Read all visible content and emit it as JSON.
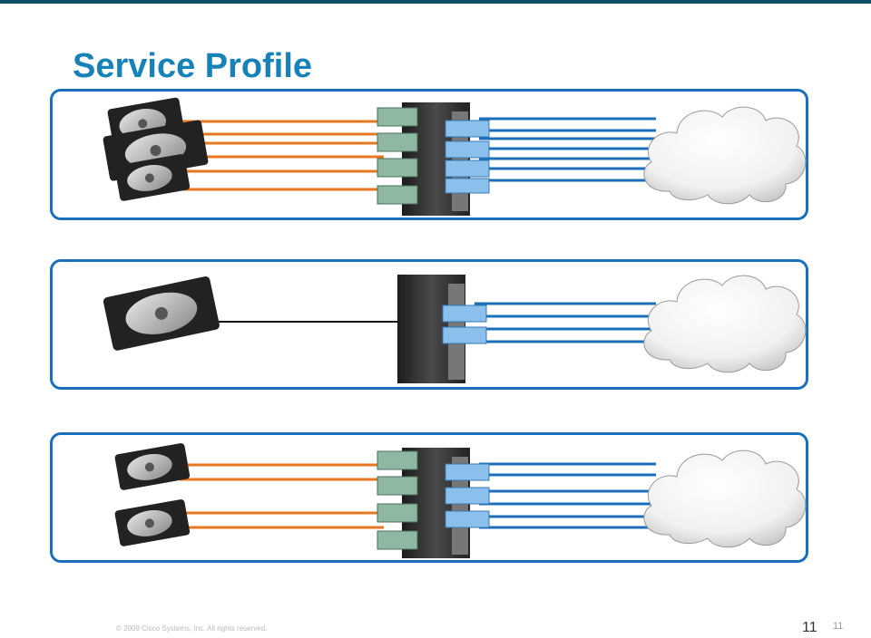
{
  "slide": {
    "title": "Service Profile",
    "footer_copyright": "© 2009 Cisco Systems, Inc. All rights reserved.",
    "page_number": "11",
    "page_number_small": "11"
  },
  "colors": {
    "title": "#1782b8",
    "panel_border": "#1b6fba",
    "storage_link": "#e87722",
    "network_link": "#1b6fba",
    "plain_link": "#111111",
    "top_bar": "#0f4c69"
  },
  "panels": [
    {
      "id": "panel-1",
      "disks": 3,
      "hba_cards": 4,
      "nic_cards": 4,
      "storage_links": 6,
      "network_links": 7
    },
    {
      "id": "panel-2",
      "disks": 1,
      "hba_cards": 0,
      "nic_cards": 2,
      "storage_links": 1,
      "network_links": 4
    },
    {
      "id": "panel-3",
      "disks": 2,
      "hba_cards": 4,
      "nic_cards": 3,
      "storage_links": 4,
      "network_links": 6
    }
  ]
}
